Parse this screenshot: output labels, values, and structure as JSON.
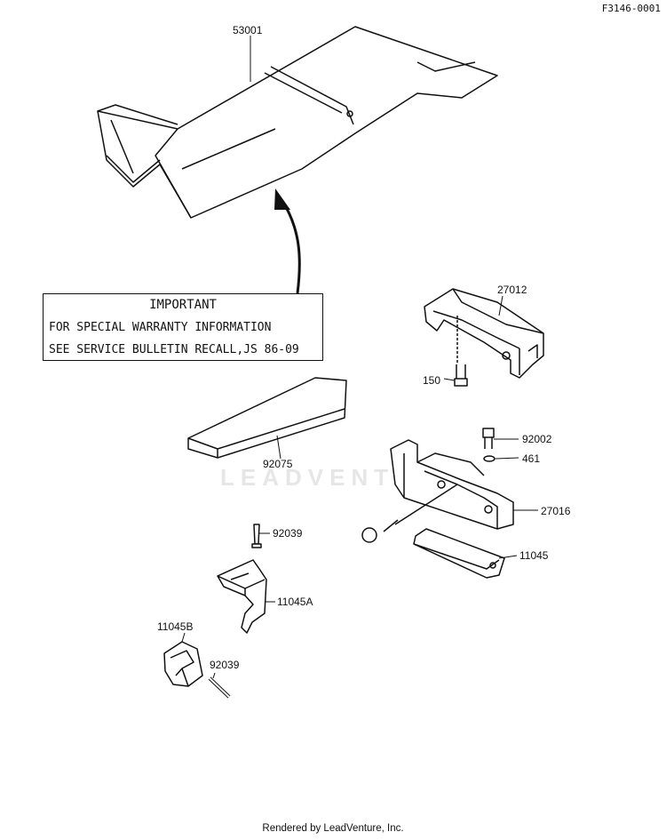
{
  "diagram_code": "F3146-0001",
  "notice": {
    "heading": "IMPORTANT",
    "line1": "FOR SPECIAL WARRANTY INFORMATION",
    "line2": "SEE SERVICE BULLETIN RECALL,JS 86-09"
  },
  "watermark": "LEADVENTU",
  "parts": {
    "p53001": "53001",
    "p27012": "27012",
    "p150": "150",
    "p92002": "92002",
    "p461": "461",
    "p92075": "92075",
    "p27016": "27016",
    "p92039_top": "92039",
    "p11045": "11045",
    "p11045A": "11045A",
    "p11045B": "11045B",
    "p92039_bottom": "92039"
  },
  "footer": "Rendered by LeadVenture, Inc."
}
